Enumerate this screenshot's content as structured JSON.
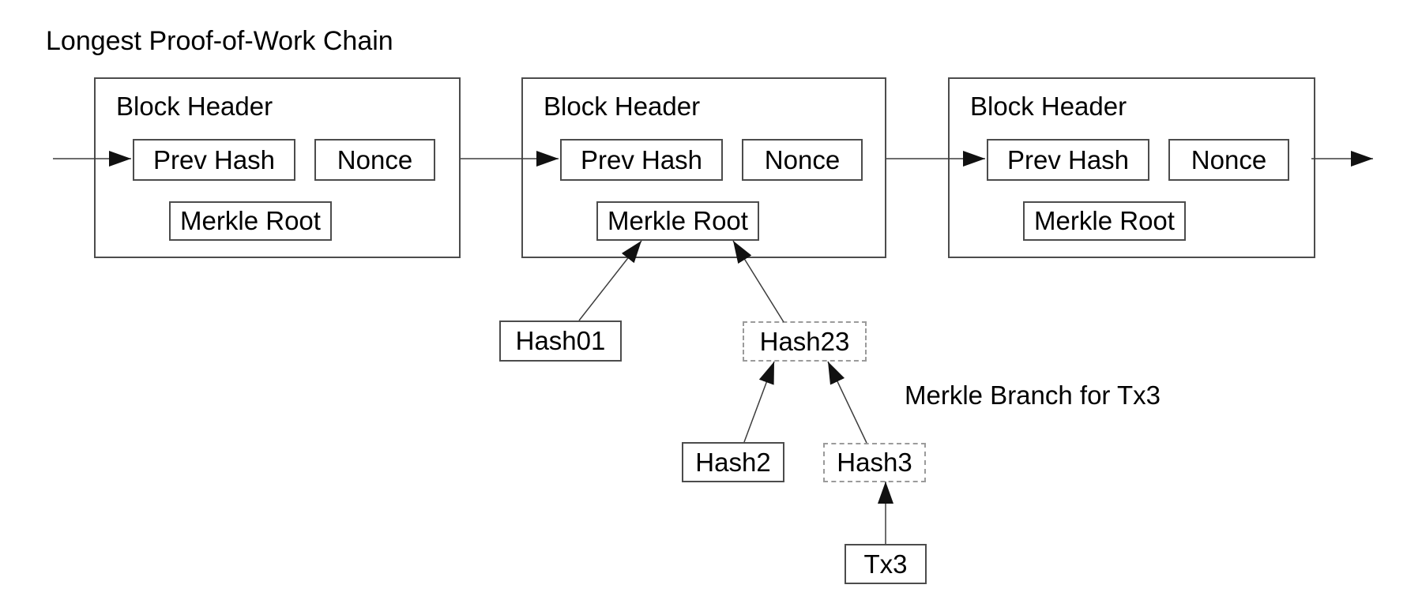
{
  "title": "Longest Proof-of-Work Chain",
  "chain": {
    "blocks": [
      {
        "header_label": "Block Header",
        "fields": {
          "prev_hash": "Prev Hash",
          "nonce": "Nonce",
          "merkle_root": "Merkle Root"
        }
      },
      {
        "header_label": "Block Header",
        "fields": {
          "prev_hash": "Prev Hash",
          "nonce": "Nonce",
          "merkle_root": "Merkle Root"
        }
      },
      {
        "header_label": "Block Header",
        "fields": {
          "prev_hash": "Prev Hash",
          "nonce": "Nonce",
          "merkle_root": "Merkle Root"
        }
      }
    ]
  },
  "merkle_tree": {
    "annotation": "Merkle Branch for Tx3",
    "nodes": {
      "hash01": {
        "label": "Hash01",
        "style": "solid"
      },
      "hash23": {
        "label": "Hash23",
        "style": "dashed"
      },
      "hash2": {
        "label": "Hash2",
        "style": "solid"
      },
      "hash3": {
        "label": "Hash3",
        "style": "dashed"
      },
      "tx3": {
        "label": "Tx3",
        "style": "solid"
      }
    },
    "edges": [
      {
        "from": "Hash01",
        "to": "Merkle Root of middle block"
      },
      {
        "from": "Hash23",
        "to": "Merkle Root of middle block"
      },
      {
        "from": "Hash2",
        "to": "Hash23"
      },
      {
        "from": "Hash3",
        "to": "Hash23"
      },
      {
        "from": "Tx3",
        "to": "Hash3"
      }
    ],
    "chain_edges": [
      {
        "from": "off-canvas left",
        "to": "Prev Hash of block 1"
      },
      {
        "from": "block 1",
        "to": "Prev Hash of block 2"
      },
      {
        "from": "block 2",
        "to": "Prev Hash of block 3"
      },
      {
        "from": "block 3",
        "to": "off-canvas right"
      }
    ]
  },
  "colors": {
    "background": "#ffffff",
    "text": "#000000",
    "solid_border": "#4c4c4c",
    "dashed_border": "#9b9b9b",
    "line": "#3d3d3d",
    "arrowhead": "#111111"
  }
}
